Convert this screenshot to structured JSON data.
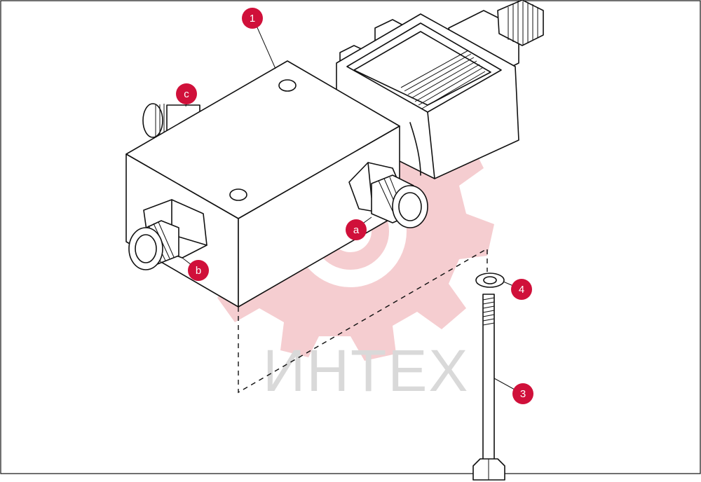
{
  "watermark": {
    "text": "ИНТЕХ",
    "gear_color": "#f4c8cb",
    "text_color": "#d9d9d9"
  },
  "accent_color": "#d0103a",
  "callouts": {
    "c1": "1",
    "c3": "3",
    "c4": "4",
    "ca": "a",
    "cb": "b",
    "cc": "c"
  }
}
